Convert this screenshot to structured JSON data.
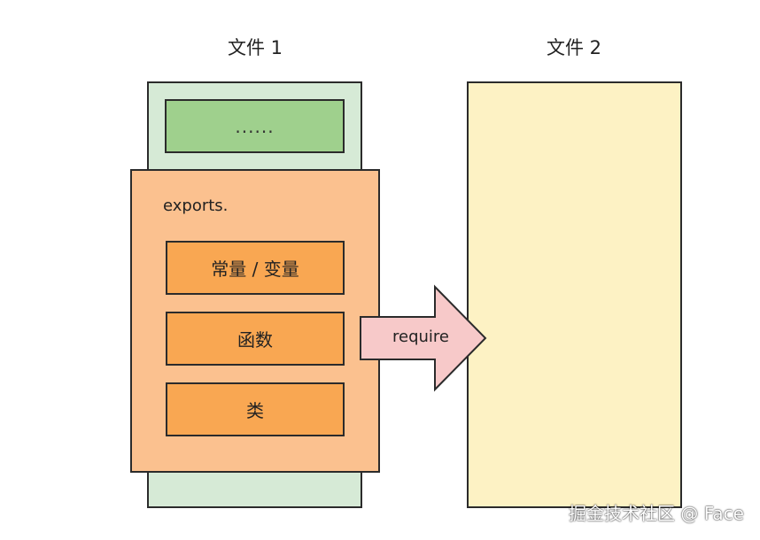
{
  "files": [
    {
      "title": "文件 1"
    },
    {
      "title": "文件 2"
    }
  ],
  "file1": {
    "hidden_content": "......",
    "exports_label": "exports.",
    "export_items": [
      "常量 / 变量",
      "函数",
      "类"
    ]
  },
  "arrow": {
    "label": "require"
  },
  "watermark": "掘金技术社区 @ Face",
  "colors": {
    "file1_green_outer": "#d6ead6",
    "file1_green_inner": "#9fd08d",
    "exports_orange": "#fbc18f",
    "export_item_orange": "#f9a752",
    "file2_yellow": "#fdf2c4",
    "arrow_pink": "#f7c9c9"
  }
}
